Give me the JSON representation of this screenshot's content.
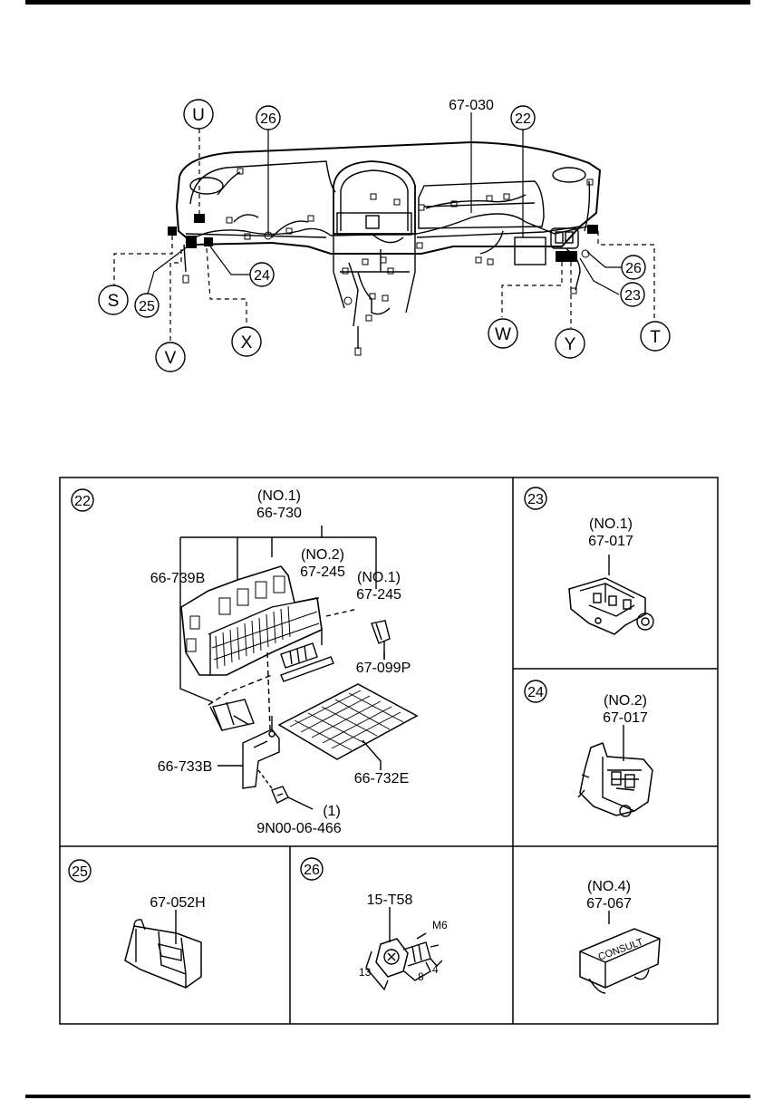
{
  "overview": {
    "callouts": {
      "u": "U",
      "c26a": "26",
      "p67030": "67-030",
      "c22": "22",
      "s": "S",
      "c25": "25",
      "c24": "24",
      "v": "V",
      "x": "X",
      "w": "W",
      "y": "Y",
      "c26b": "26",
      "c23": "23",
      "t": "T"
    }
  },
  "panels": {
    "p22": {
      "index": "22",
      "no1_top": "(NO.1)",
      "p66730": "66-730",
      "p66739b": "66-739B",
      "no2": "(NO.2)",
      "p67245a": "67-245",
      "no1b": "(NO.1)",
      "p67245b": "67-245",
      "p67099p": "67-099P",
      "p66733b": "66-733B",
      "p66732e": "66-732E",
      "qty": "(1)",
      "p9n00": "9N00-06-466"
    },
    "p23": {
      "index": "23",
      "no": "(NO.1)",
      "part": "67-017"
    },
    "p24": {
      "index": "24",
      "no": "(NO.2)",
      "part": "67-017"
    },
    "p25": {
      "index": "25",
      "part": "67-052H"
    },
    "p26": {
      "index": "26",
      "part": "15-T58",
      "m6": "M6",
      "d13": "13",
      "d8": "8",
      "d4": "4"
    },
    "p67067": {
      "no": "(NO.4)",
      "part": "67-067",
      "face": "CONSULT"
    }
  }
}
